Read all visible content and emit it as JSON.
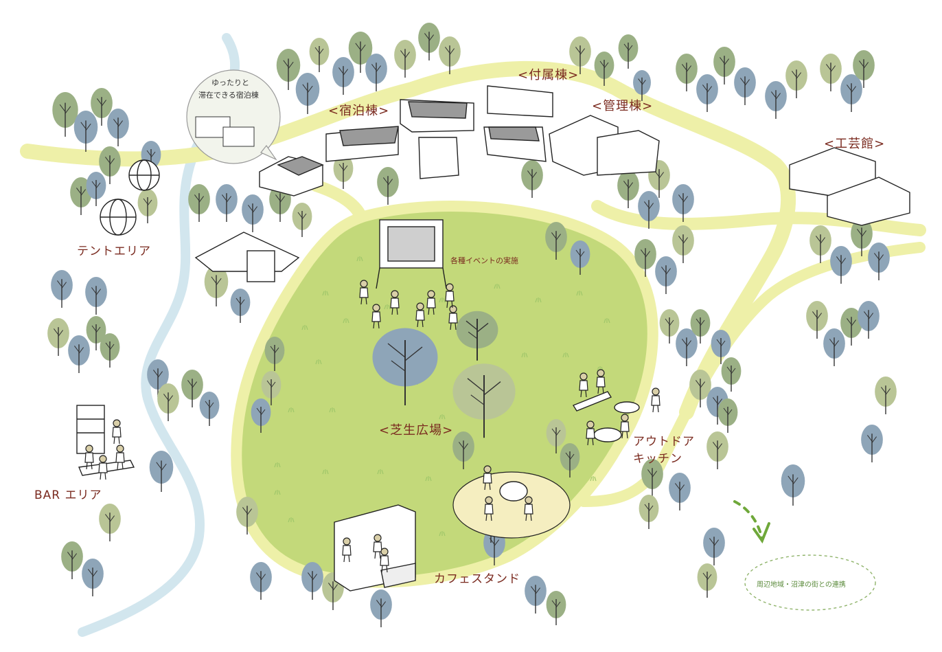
{
  "labels": {
    "lodging": "<宿泊棟>",
    "annex": "<付属棟>",
    "admin": "<管理棟>",
    "craft_hall": "<工芸館>",
    "lawn_plaza": "<芝生広場>",
    "tent_area": "テントエリア",
    "bar_area": "BAR エリア",
    "outdoor_kitchen_line1": "アウトドア",
    "outdoor_kitchen_line2": "キッチン",
    "cafe_stand": "カフェスタンド",
    "events": "各種イベントの実施"
  },
  "bubble": {
    "line1": "ゆったりと",
    "line2": "滞在できる宿泊棟"
  },
  "regional_link": "周辺地域・沼津の街との連携",
  "colors": {
    "lawn": "#c3d97a",
    "path": "#eef0a8",
    "river": "#d2e6ee",
    "label": "#7a2a1f",
    "tree_blue": "#8ea5b8",
    "tree_green": "#9bb085",
    "tree_olive": "#b9c596"
  },
  "icons": [
    "tree-icon",
    "building-icon",
    "tent-icon",
    "people-icon",
    "screen-icon",
    "arrow-icon"
  ]
}
